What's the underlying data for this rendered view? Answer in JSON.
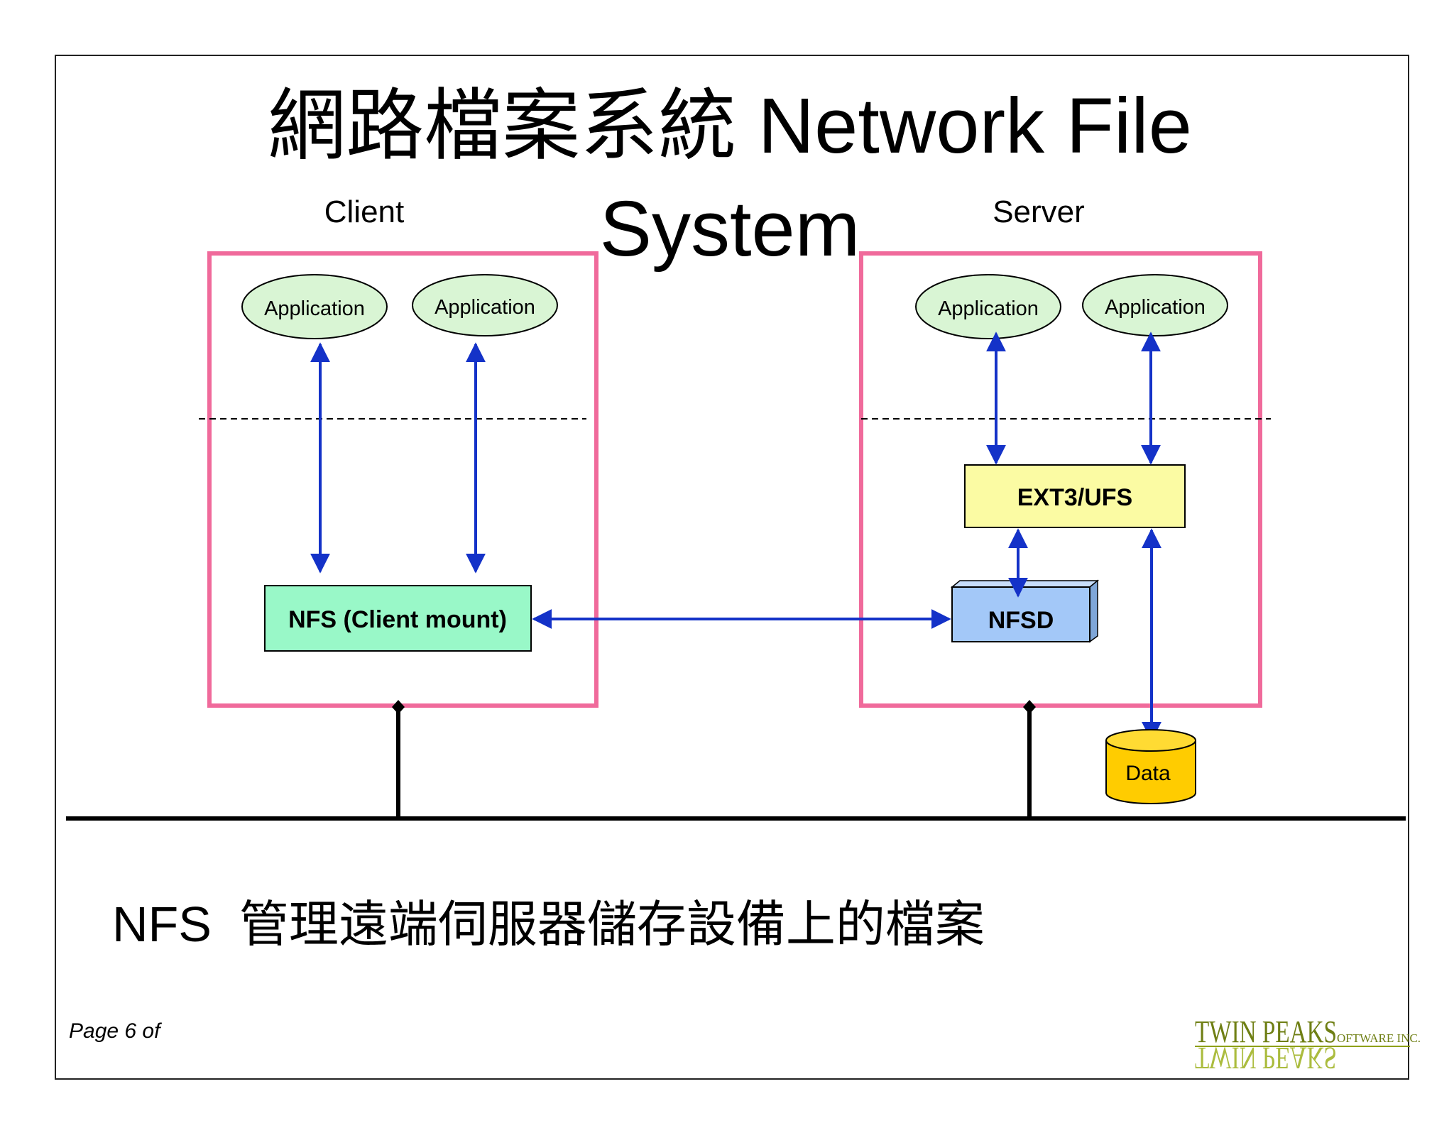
{
  "slide": {
    "title": "網路檔案系統 Network File System",
    "title_line1": "網路檔案系統 Network File",
    "title_line2": "System",
    "caption": "NFS  管理遠端伺服器儲存設備上的檔案",
    "page_label": "Page 6 of"
  },
  "client": {
    "label": "Client",
    "apps": [
      "Application",
      "Application"
    ],
    "nfs_box": "NFS (Client mount)"
  },
  "server": {
    "label": "Server",
    "apps": [
      "Application",
      "Application"
    ],
    "fs_box": "EXT3/UFS",
    "nfsd_box": "NFSD",
    "data_store": "Data"
  },
  "logo": {
    "text": "TWIN PEAKS",
    "suffix": "OFTWARE INC."
  },
  "colors": {
    "machine_border": "#f06a9b",
    "arrow": "#1432c8",
    "app_fill": "#d9f5d4",
    "nfs_fill": "#99f8c8",
    "ext3_fill": "#fbfba3",
    "nfsd_fill": "#a3c8f8",
    "data_fill": "#ffcc00",
    "logo": "#7a8a0a"
  },
  "icons": {
    "network_bus": "horizontal-line",
    "data_store": "cylinder-icon",
    "nfsd_box": "3d-box"
  }
}
